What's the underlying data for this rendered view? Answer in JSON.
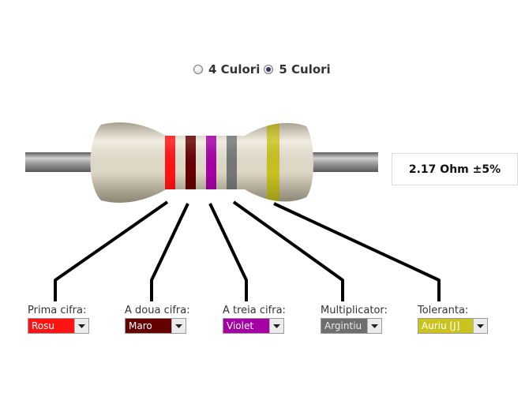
{
  "mode_selector": {
    "options": [
      {
        "label": "4 Culori",
        "checked": false
      },
      {
        "label": "5 Culori",
        "checked": true
      }
    ]
  },
  "resistor": {
    "body_color": "#e3dccb",
    "lead_color": "#9a9a9a",
    "bands": [
      {
        "name": "band-1",
        "color": "#ff1414"
      },
      {
        "name": "band-2",
        "color": "#650000"
      },
      {
        "name": "band-3",
        "color": "#a500a5"
      },
      {
        "name": "band-4",
        "color": "#777777"
      },
      {
        "name": "band-5",
        "color": "#c9c320"
      }
    ]
  },
  "result": {
    "text": "2.17 Ohm ±5%"
  },
  "controls": [
    {
      "label": "Prima cifra:",
      "value": "Rosu",
      "bg": "#ff1414",
      "fg": "#ffffff"
    },
    {
      "label": "A doua cifra:",
      "value": "Maro",
      "bg": "#650000",
      "fg": "#ffffff"
    },
    {
      "label": "A treia cifra:",
      "value": "Violet",
      "bg": "#a500a5",
      "fg": "#ffffff"
    },
    {
      "label": "Multiplicator:",
      "value": "Argintiu",
      "bg": "#6e6e6e",
      "fg": "#e8e8e8"
    },
    {
      "label": "Toleranta:",
      "value": "Auriu [J]",
      "bg": "#c9c320",
      "fg": "#ffffff"
    }
  ]
}
